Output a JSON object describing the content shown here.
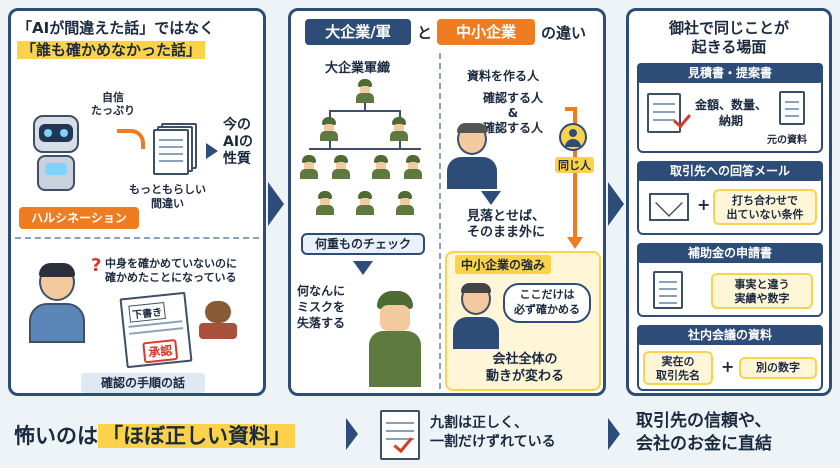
{
  "panel1": {
    "title_line1": "「AIが間違えた話」ではなく",
    "title_line2": "「誰も確かめなかった話」",
    "confidence_label": "自信\nたっぷり",
    "plausible_label": "もっともらしい\n間違い",
    "ai_nature": "今の\nAIの\n性質",
    "hallucination_tag": "ハルシネーション",
    "not_checked": "中身を確かめていないのに\n確かめたことになっている",
    "draft_label": "下書き",
    "approval_label": "承認",
    "caption": "確認の手順の話"
  },
  "panel2": {
    "title_big": "大企業/軍",
    "title_and": "と",
    "title_small": "中小企業",
    "title_suffix": "の違い",
    "left_header": "大企業軍織",
    "multi_check": "何重ものチェック",
    "miss_label": "何なんに\nミスクを\n失落する",
    "right_header": "資料を作る人",
    "checker_line": "確認する人\n&\n確認する人",
    "same_person": "同じ人",
    "overlook": "見落とせば、\nそのまま外に",
    "strength_header": "中小企業の強み",
    "bubble": "ここだけは\n必ず確かめる",
    "company_changes": "会社全体の\n動きが変わる"
  },
  "panel3": {
    "title": "御社で同じことが\n起きる場面",
    "s1_header": "見積書・提案書",
    "s1_text": "金額、数量、\n納期",
    "s1_doc": "元の資料",
    "s2_header": "取引先への回答メール",
    "s2_text": "打ち合わせで\n出ていない条件",
    "s3_header": "補助金の申請書",
    "s3_text": "事実と違う\n実績や数字",
    "s4_header": "社内会議の資料",
    "s4_a": "実在の\n取引先名",
    "s4_b": "別の数字",
    "plus": "+"
  },
  "bottom": {
    "left_prefix": "怖いのは",
    "left_highlight": "「ほぼ正しい資料」",
    "middle": "九割は正しく、\n一割だけずれている",
    "right": "取引先の信頼や、\n会社のお金に直結"
  },
  "colors": {
    "navy": "#2d4d78",
    "orange": "#ee7d22",
    "yellow": "#fbd24a",
    "olive": "#5e7a3e"
  }
}
